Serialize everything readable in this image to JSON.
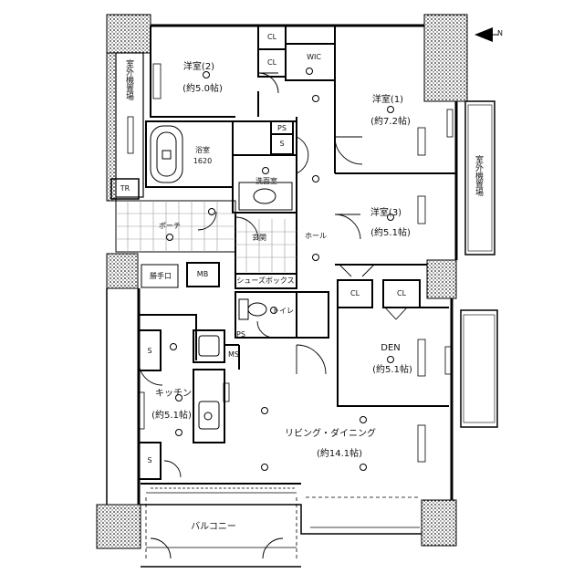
{
  "rooms": {
    "western_2": {
      "name": "洋室(2)",
      "area": "(約5.0帖)"
    },
    "western_1": {
      "name": "洋室(1)",
      "area": "(約7.2帖)"
    },
    "western_3": {
      "name": "洋室(3)",
      "area": "(約5.1帖)"
    },
    "den": {
      "name": "DEN",
      "area": "(約5.1帖)"
    },
    "kitchen": {
      "name": "キッチン",
      "area": "(約5.1帖)"
    },
    "living": {
      "name": "リビング・ダイニング",
      "area": "(約14.1帖)"
    },
    "bath": {
      "name": "浴室",
      "size": "1620"
    },
    "washroom": {
      "name": "洗面室"
    },
    "hall": {
      "name": "ホール"
    },
    "entrance": {
      "name": "玄関"
    },
    "porch": {
      "name": "ポーチ"
    },
    "toilet": {
      "name": "トイレ"
    },
    "balcony": {
      "name": "バルコニー"
    },
    "shoes_box": {
      "name": "シューズボックス"
    },
    "service_door": {
      "name": "勝手口"
    },
    "outdoor_unit_left": {
      "name": "室外機置場"
    },
    "outdoor_unit_right": {
      "name": "室外機置場"
    }
  },
  "fixtures": {
    "cl": "CL",
    "wic": "WIC",
    "ps": "PS",
    "s": "S",
    "tr": "TR",
    "mb": "MB",
    "ms": "MS"
  },
  "compass": {
    "letter": "N"
  }
}
